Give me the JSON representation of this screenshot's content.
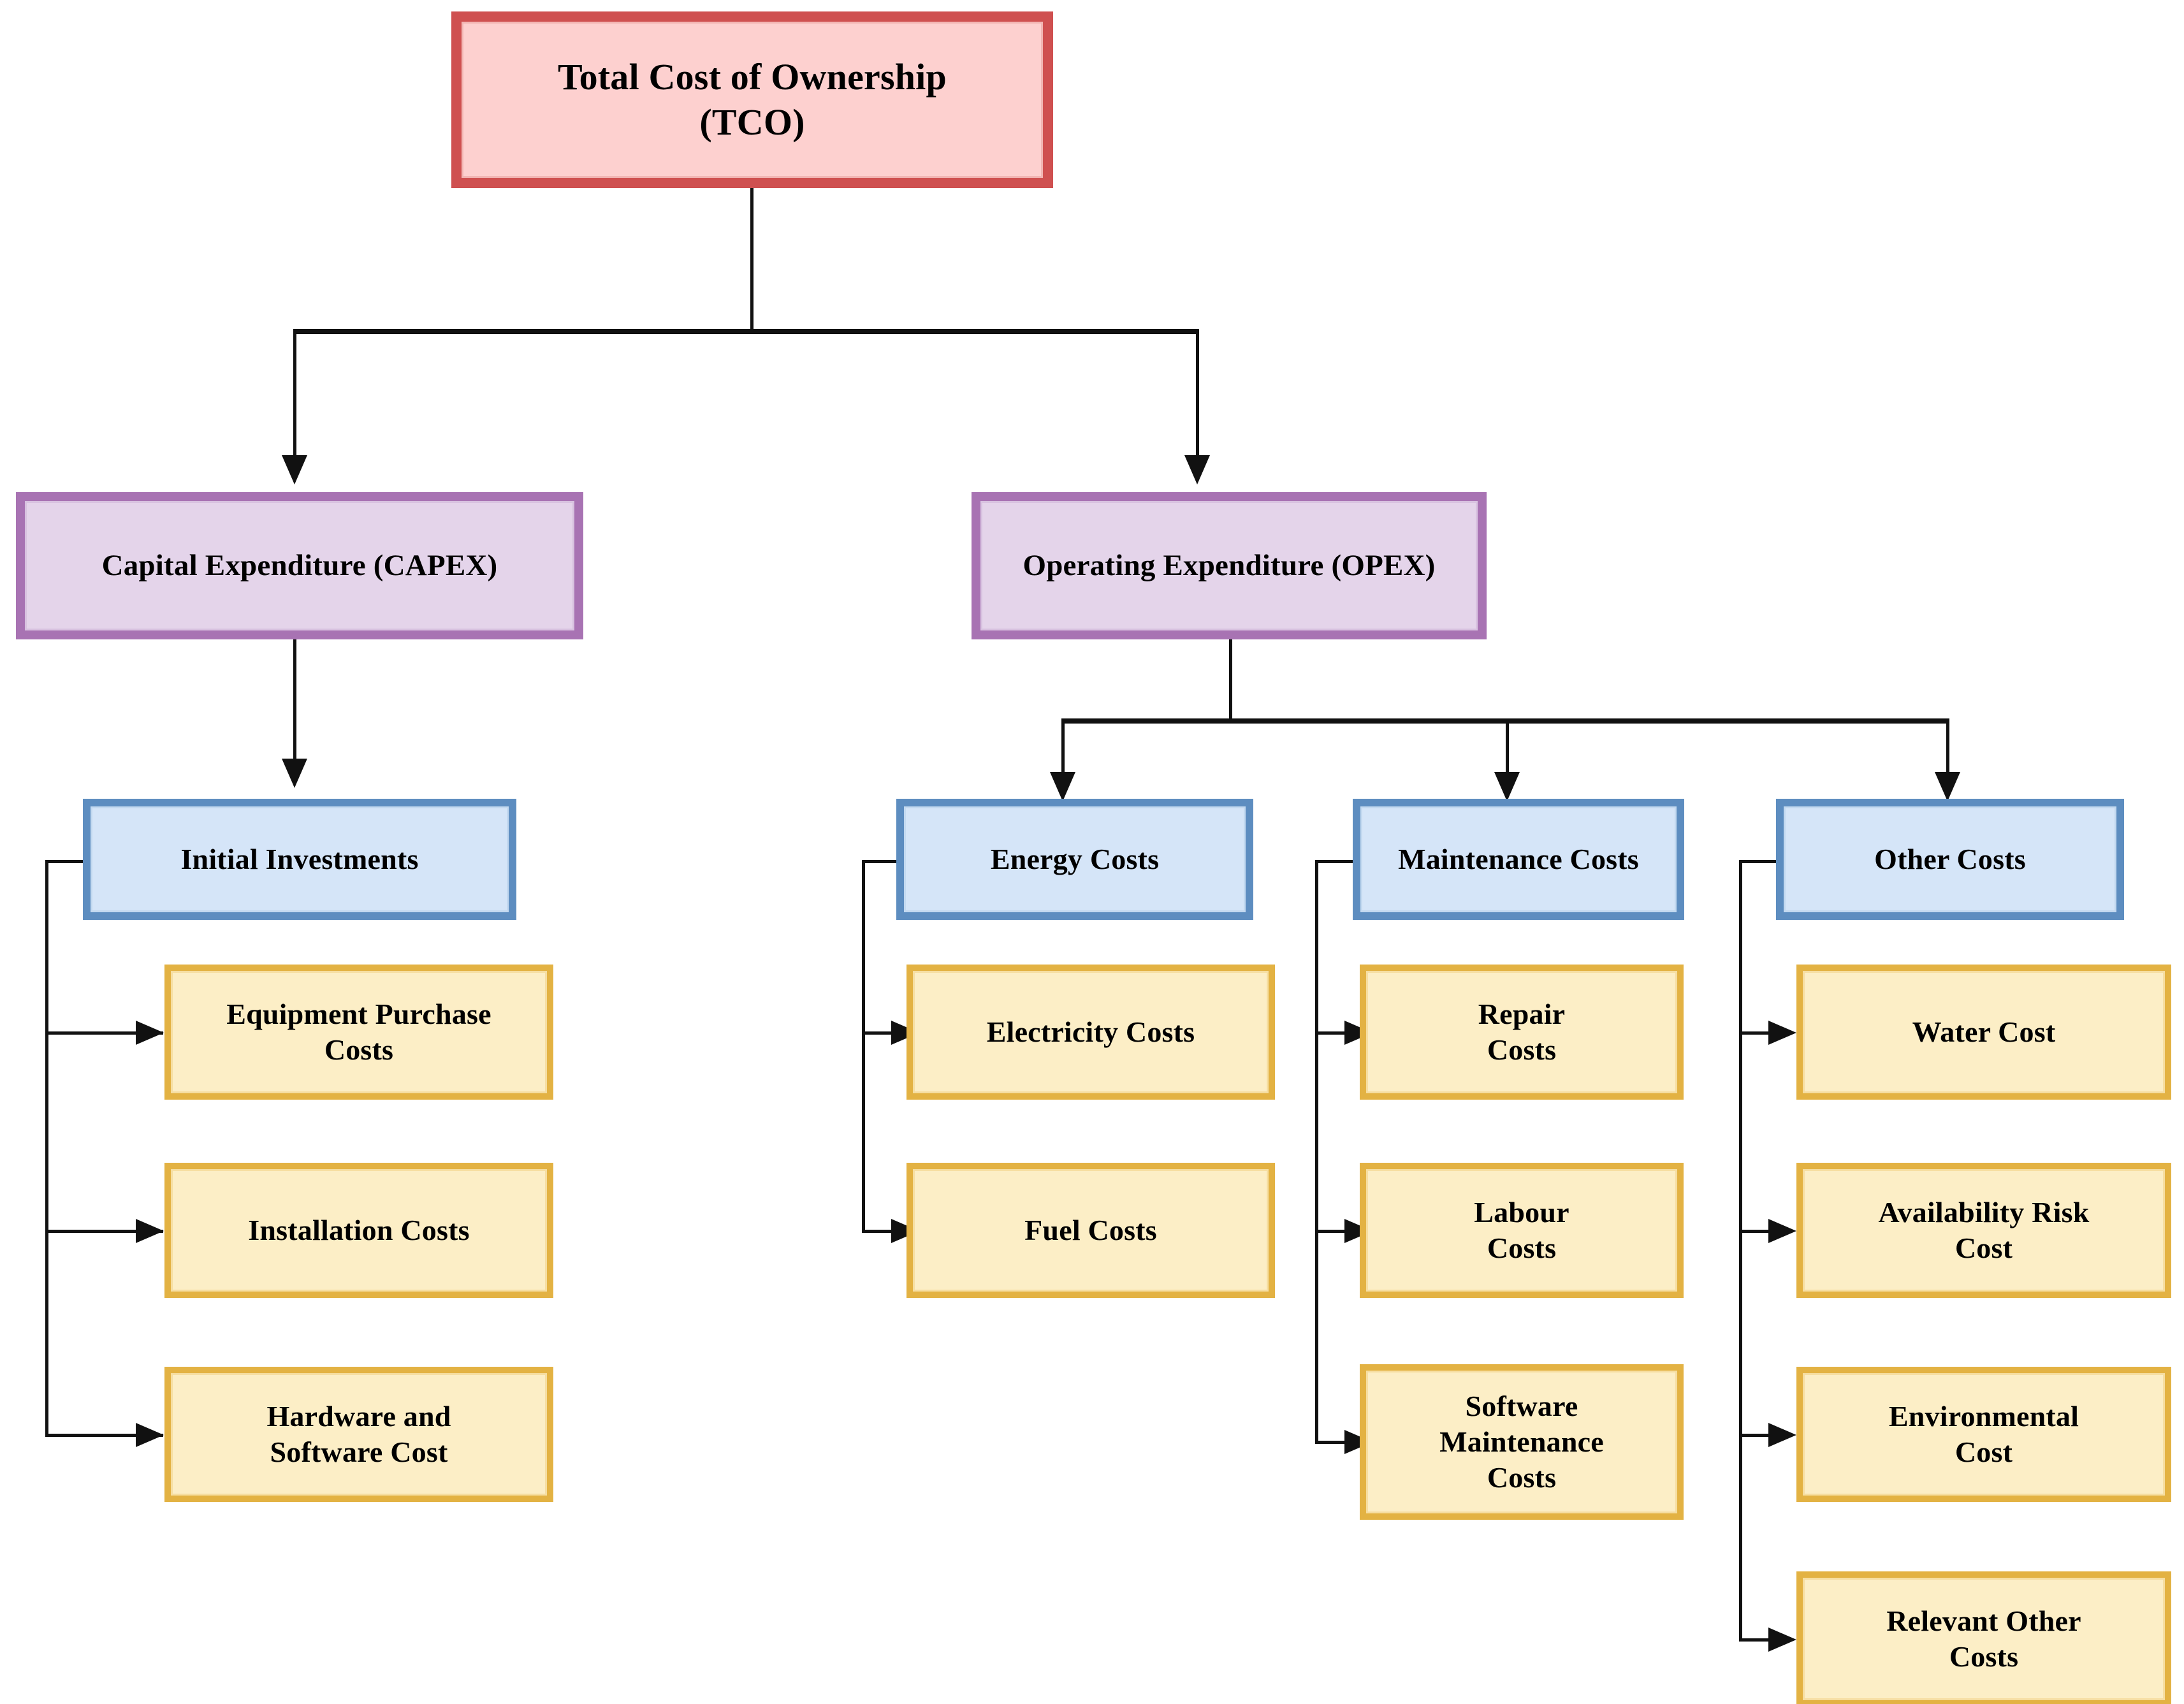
{
  "diagram": {
    "title": "Total Cost of Ownership (TCO) breakdown structure",
    "type": "tree",
    "colors": {
      "root_fill": "#fdd0cf",
      "root_border": "#cf5050",
      "category_fill": "#e4d4ea",
      "category_border": "#a873b3",
      "group_fill": "#d5e5f8",
      "group_border": "#5d8dc0",
      "leaf_fill": "#fceec6",
      "leaf_border": "#e3b243",
      "connector": "#111111",
      "background": "#ffffff"
    },
    "root": {
      "label": "Total Cost of Ownership\n(TCO)"
    },
    "categories": [
      {
        "label": "Capital Expenditure (CAPEX)"
      },
      {
        "label": "Operating Expenditure (OPEX)"
      }
    ],
    "groups": [
      {
        "label": "Initial Investments"
      },
      {
        "label": "Energy Costs"
      },
      {
        "label": "Maintenance Costs"
      },
      {
        "label": "Other Costs"
      }
    ],
    "leaves": {
      "initial_investments": [
        {
          "label": "Equipment Purchase\nCosts"
        },
        {
          "label": "Installation Costs"
        },
        {
          "label": "Hardware and\nSoftware Cost"
        }
      ],
      "energy_costs": [
        {
          "label": "Electricity Costs"
        },
        {
          "label": "Fuel Costs"
        }
      ],
      "maintenance_costs": [
        {
          "label": "Repair\nCosts"
        },
        {
          "label": "Labour\nCosts"
        },
        {
          "label": "Software\nMaintenance\nCosts"
        }
      ],
      "other_costs": [
        {
          "label": "Water Cost"
        },
        {
          "label": "Availability Risk\nCost"
        },
        {
          "label": "Environmental\nCost"
        },
        {
          "label": "Relevant Other\nCosts"
        }
      ]
    }
  }
}
